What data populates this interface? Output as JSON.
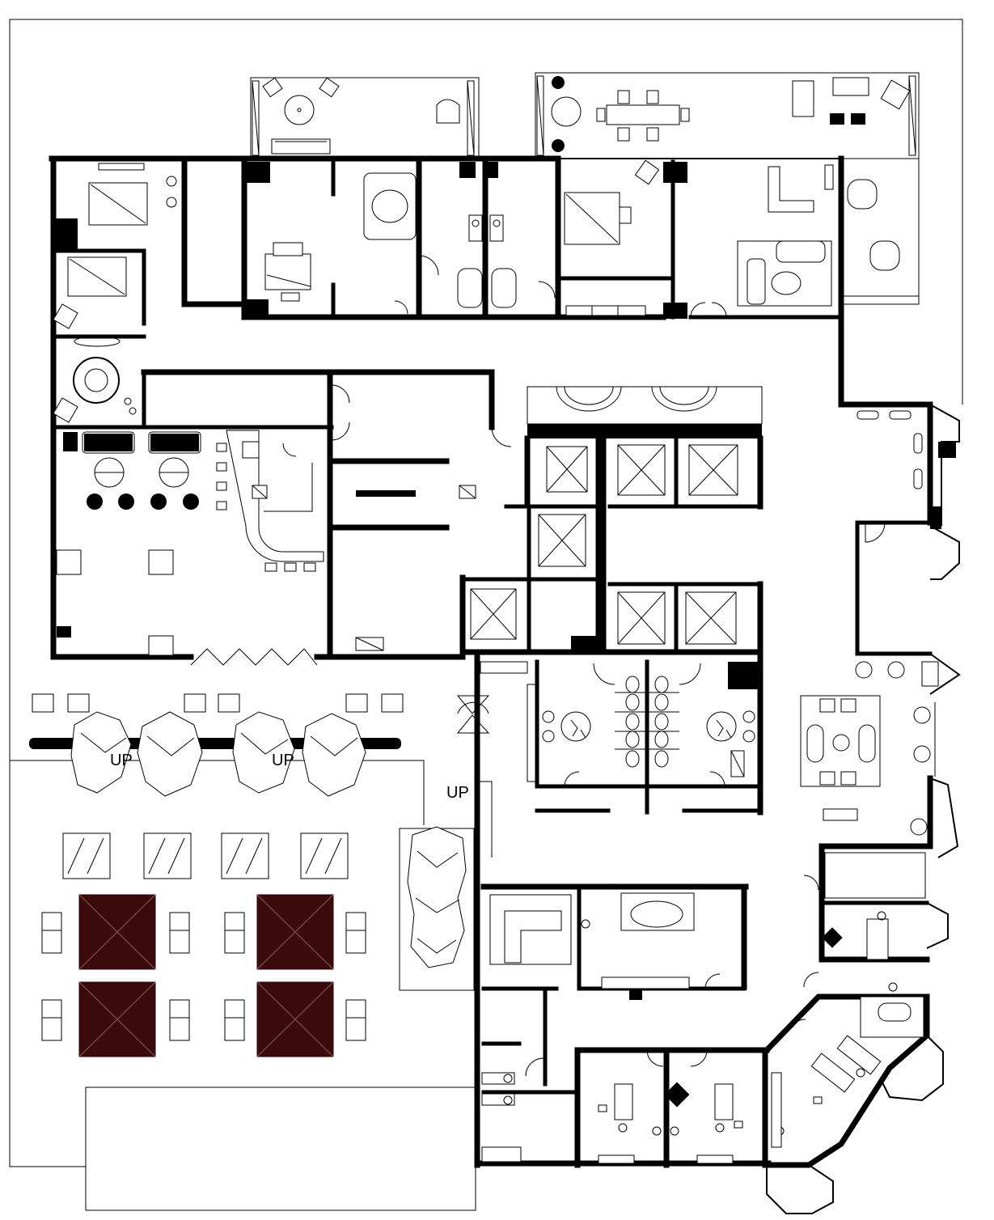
{
  "labels": {
    "stair_up_1": "UP",
    "stair_up_2": "UP",
    "stair_up_3": "UP"
  }
}
